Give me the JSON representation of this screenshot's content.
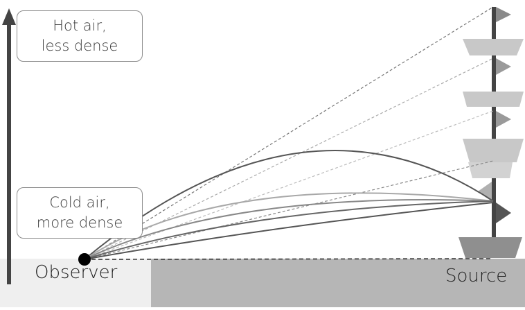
{
  "labels": {
    "hot_air_line1": "Hot air,",
    "hot_air_line2": "less dense",
    "cold_air_line1": "Cold air,",
    "cold_air_line2": "more dense",
    "observer": "Observer",
    "source": "Source"
  },
  "colors": {
    "ground_observer": "#efefef",
    "ground_source": "#b6b6b6",
    "arrow": "#444444",
    "mast": "#444444",
    "flag": "#7a7a7a",
    "layer_light": "#c8c8c8",
    "layer_dark": "#8f8f8f",
    "ray_dark": "#555555",
    "ray_light": "#9a9a9a",
    "observer_dot": "#000000"
  }
}
